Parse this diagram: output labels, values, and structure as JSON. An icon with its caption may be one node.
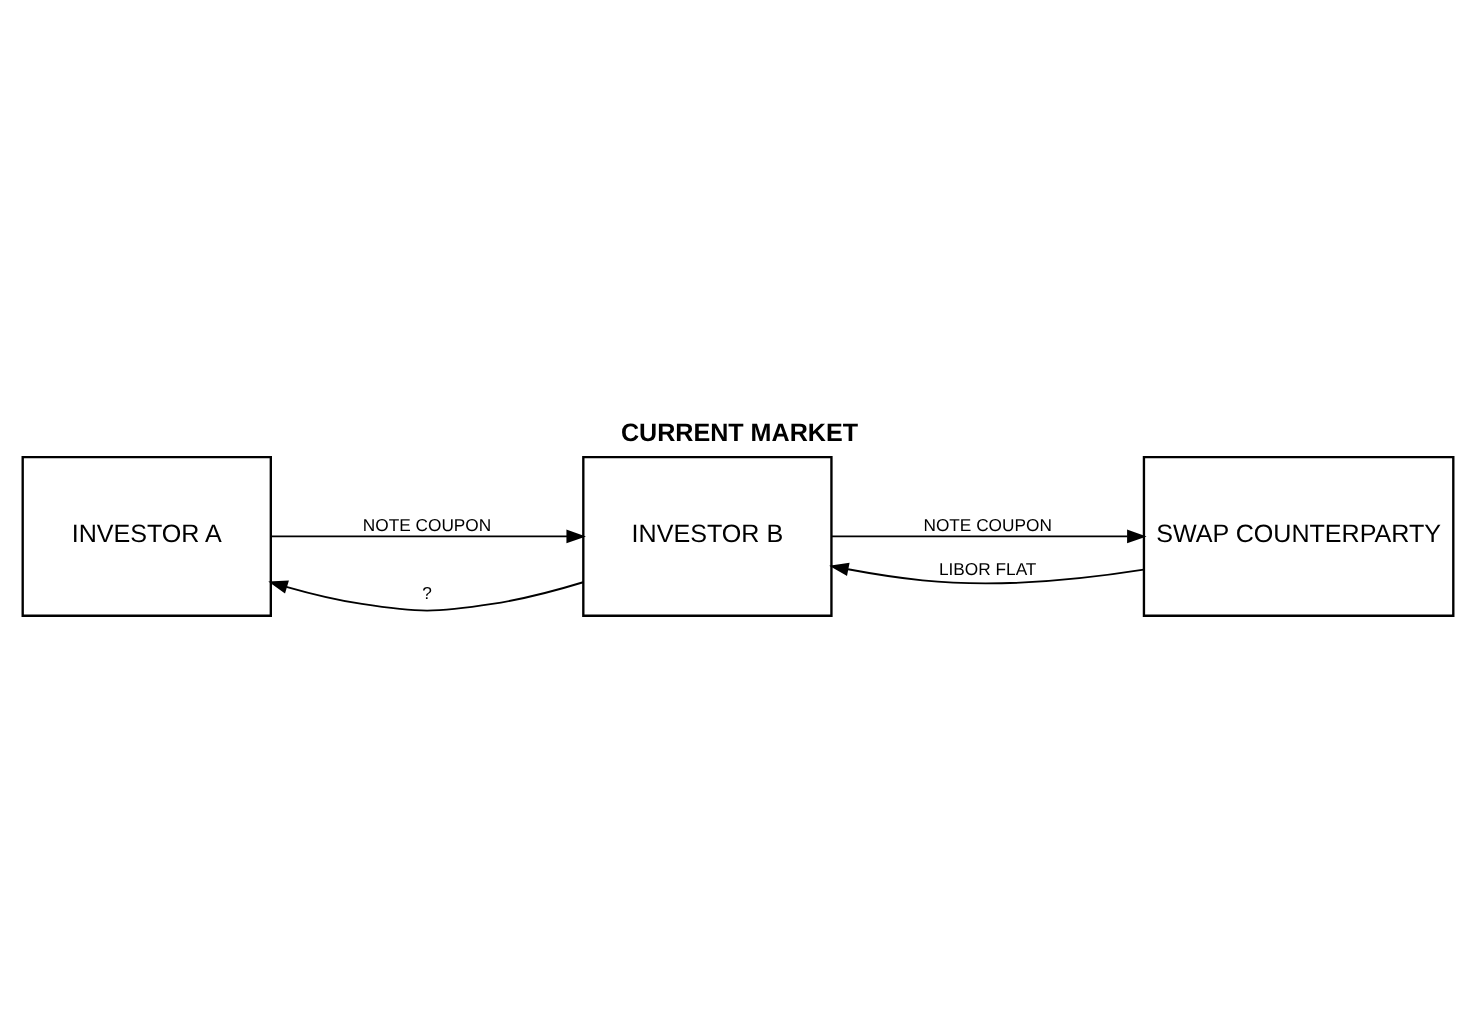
{
  "diagram": {
    "title": "CURRENT MARKET",
    "nodes": [
      {
        "text": [
          "INVESTOR A"
        ]
      },
      {
        "text": [
          "SWAP COUNTERPARTY"
        ]
      },
      {
        "text": [
          "INVESTOR B"
        ]
      }
    ],
    "edges": [
      {
        "from": 2,
        "to": 0,
        "arrow": "to",
        "label": "?"
      },
      {
        "from": 0,
        "to": 2,
        "arrow": "to",
        "label": "NOTE COUPON"
      },
      {
        "from": 2,
        "to": 1,
        "arrow": "to",
        "label": "NOTE COUPON"
      },
      {
        "from": 1,
        "to": 2,
        "arrow": "to",
        "label": "LIBOR FLAT"
      }
    ]
  }
}
